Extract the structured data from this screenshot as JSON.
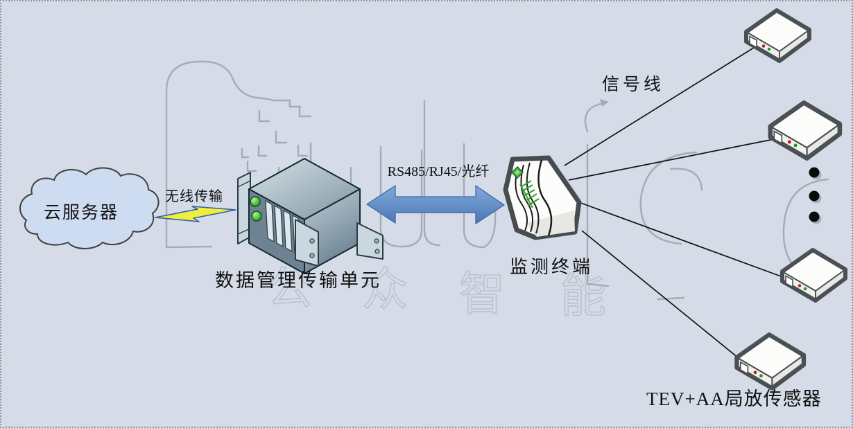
{
  "diagram": {
    "type": "network-topology",
    "background": "#d5dce8",
    "labels": {
      "cloud": "云服务器",
      "wireless": "无线传输",
      "link": "RS485/RJ45/光纤",
      "dmu": "数据管理传输单元",
      "terminal": "监测终端",
      "signal": "信号线",
      "sensor": "TEV+AA局放传感器"
    },
    "watermark": {
      "chars": [
        "公",
        "众",
        "智",
        "能"
      ],
      "color": "#858d99"
    },
    "connections": [
      {
        "from": "cloud",
        "to": "dmu",
        "label": "无线传输",
        "style": "lightning-bolt"
      },
      {
        "from": "dmu",
        "to": "terminal",
        "label": "RS485/RJ45/光纤",
        "style": "blue-double-arrow"
      },
      {
        "from": "terminal",
        "to": "sensors",
        "label": "信号线",
        "style": "straight-lines",
        "line_count": 4
      }
    ],
    "sensor_count_visible": 4,
    "ellipsis_dot_count": 3,
    "colors": {
      "arrow_blue": "#5c8bc7",
      "cloud_fill": "#cddcf0",
      "lightning_yellow": "#eeee3e",
      "lightning_edge": "#2f5da8",
      "device_outline": "#4b5055",
      "led_green": "#46c246",
      "sensor_dot_red": "#c02020",
      "sensor_dot_green": "#259a25",
      "label_text": "#101010"
    }
  }
}
